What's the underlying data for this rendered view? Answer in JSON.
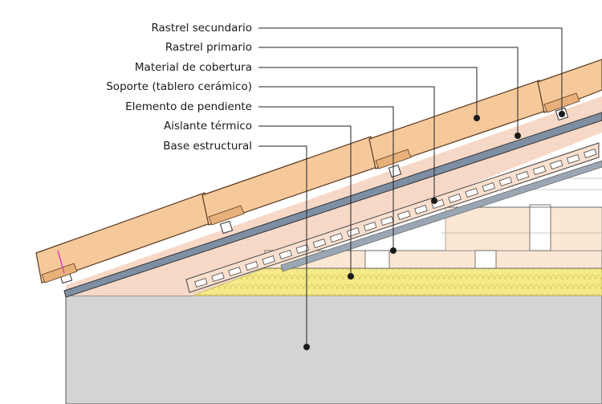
{
  "labels": [
    {
      "id": "rastrel-secundario",
      "text": "Rastrel secundario"
    },
    {
      "id": "rastrel-primario",
      "text": "Rastrel primario"
    },
    {
      "id": "material-cobertura",
      "text": "Material de cobertura"
    },
    {
      "id": "soporte",
      "text": "Soporte (tablero cerámico)"
    },
    {
      "id": "elemento-pendiente",
      "text": "Elemento de pendiente"
    },
    {
      "id": "aislante",
      "text": "Aislante térmico"
    },
    {
      "id": "base",
      "text": "Base estructural"
    }
  ],
  "colors": {
    "tile": "#f6c99a",
    "tile_stroke": "#5a3a20",
    "board": "#7e8fa3",
    "board_dark": "#5d6d80",
    "wedge": "#f7d9c8",
    "beam_fill": "#fbe7d4",
    "insulation": "#f4ea8a",
    "base": "#d4d4d4",
    "lines": "#222222"
  }
}
